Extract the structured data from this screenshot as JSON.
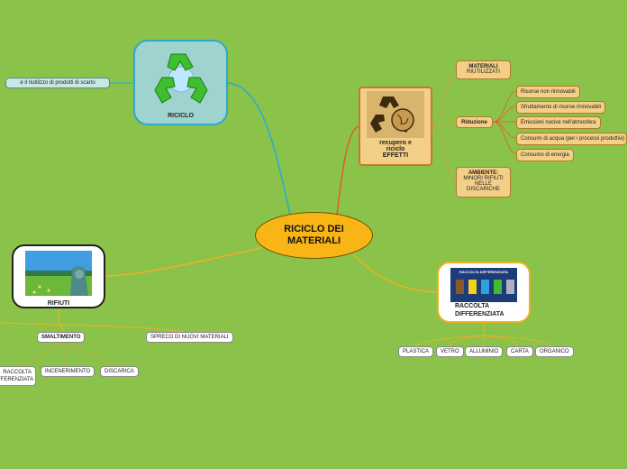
{
  "center": {
    "line1": "RICICLO DEI",
    "line2": "MATERIALI"
  },
  "riciclo": {
    "label": "RICICLO",
    "note": "è il riutilizzo di prodotti di scarto"
  },
  "recupero": {
    "line1": "recupero e",
    "line2": "riciclo",
    "line3": "EFFETTI"
  },
  "materiali": {
    "title": "MATERIALI",
    "sub": "RIUTILIZZATI"
  },
  "riduzione": {
    "label": "Riduzione",
    "items": [
      "Risorse non rinnovabili",
      "Sfruttamento di risorse rinnovabili",
      "Emissioni nocive nell'atmosfera",
      "Consumi di acqua (per i processi produttivi)",
      "Consumo di energia"
    ]
  },
  "ambiente": {
    "title": "AMBIENTE:",
    "line1": "MINORI RIFIUTI",
    "line2": "NELLE",
    "line3": "DISCARICHE"
  },
  "rifiuti": {
    "label": "RIFIUTI",
    "smaltimento": "SMALTIMENTO",
    "spreco": "SPRECO DI NUOVI MATERIALI",
    "methods": [
      "RACCOLTA DIFFERENZIATA",
      "INCENERIMENTO",
      "DISCARICA"
    ]
  },
  "raccolta": {
    "line1": "RACCOLTA",
    "line2": "DIFFERENZIATA",
    "banner": "RACCOLTA DIFFERENZIATA",
    "materials": [
      "PLASTICA",
      "VETRO",
      "ALLUMINIO",
      "CARTA",
      "ORGANICO"
    ]
  },
  "colors": {
    "background": "#8bc34a",
    "center": "#f9b516",
    "riciclo_link": "#29a8d6",
    "recupero_link": "#e0601e",
    "rifiuti_link": "#f2b01e",
    "tan": "#f4cf88"
  }
}
